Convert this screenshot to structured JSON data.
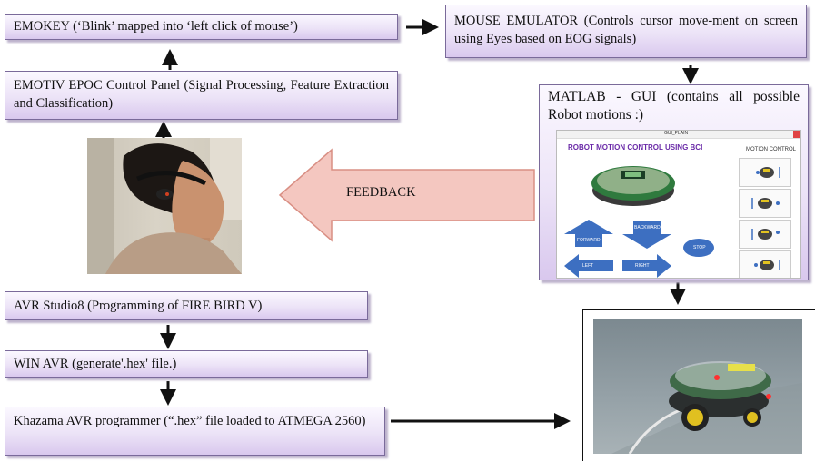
{
  "boxes": {
    "emokey": "EMOKEY (‘Blink’ mapped into ‘left click of mouse’)",
    "mouse_emulator": "MOUSE EMULATOR (Controls cursor move-ment on screen using Eyes based on EOG signals)",
    "emotiv": "EMOTIV EPOC Control Panel (Signal Processing, Feature Extraction and Classification)",
    "matlab_gui": "MATLAB - GUI (contains all possible Robot motions :)",
    "avr_studio": "AVR Studio8 (Programming of FIRE BIRD V)",
    "win_avr": "WIN AVR (generate'.hex' file.)",
    "khazama": "Khazama AVR programmer (“.hex” file loaded to ATMEGA 2560)"
  },
  "feedback_label": "FEEDBACK",
  "gui_screenshot": {
    "window_title": "GUI_PLAIN",
    "title": "ROBOT MOTION CONTROL USING BCI",
    "side_title": "MOTION CONTROL",
    "buttons": [
      "FORWARD",
      "BACKWARD",
      "LEFT",
      "RIGHT",
      "STOP"
    ]
  },
  "colors": {
    "box_border": "#7a6a9a",
    "box_fill": "#ece3f7",
    "arrow": "#111111",
    "feedback_fill": "#f4c7c0",
    "feedback_stroke": "#d98f84",
    "gui_button": "#3d6fc1"
  }
}
